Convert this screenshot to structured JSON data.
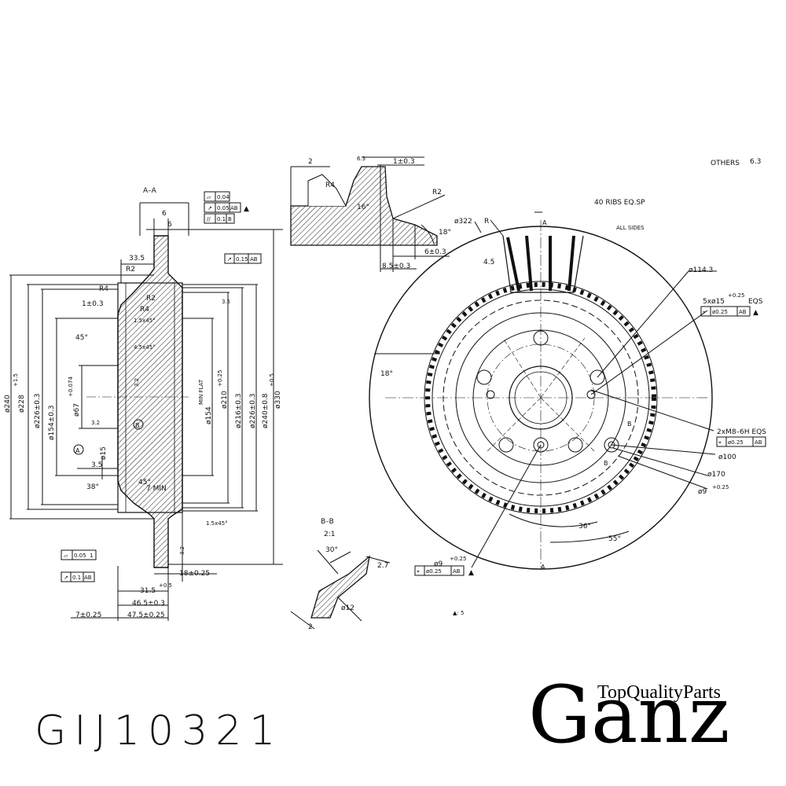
{
  "labels": {
    "section_aa": "A–A",
    "section_bb": "B–B",
    "scale_bb": "2:1",
    "others": "OTHERS",
    "others_val": "6.3",
    "ribs": "40 RIBS EQ.SP",
    "all_sides": "ALL SIDES",
    "min_flat": "MIN FLAT",
    "seven_min": "7 MIN",
    "note_roughness": "▲: 5"
  },
  "dims": {
    "d240": "ø240",
    "d228": "ø228",
    "d228_tol": "+1.5",
    "d226": "ø226±0.3",
    "d154": "ø154±0.3",
    "d67": "ø67",
    "d67_tol": "+0.074",
    "d15": "ø15",
    "d154b": "ø154",
    "d210": "ø210",
    "d210_tol": "+0.25",
    "d216": "ø216±0.3",
    "d226b": "ø226±0.3",
    "d240b": "ø240±0.8",
    "d330": "ø330",
    "d330_tol": "±0.5",
    "w6a": "6",
    "w6b": "6",
    "w335": "33.5",
    "r2a": "R2",
    "r4a": "R4",
    "r2b": "R2",
    "r4b": "R4",
    "t1": "1±0.3",
    "ch1": "1.5x45°",
    "ch2": "4.5x45°",
    "ch3": "1.5x45°",
    "a45": "45°",
    "a45b": "45°",
    "a38": "38°",
    "d35": "3.5",
    "s32a": "3.2",
    "s32b": "3.2",
    "s32c": "3.2",
    "s35": "3.5",
    "t18": "18±0.25",
    "t315": "31.5",
    "t315_tol": "+0.5",
    "t465": "46.5±0.3",
    "t475": "47.5±0.25",
    "t7": "7±0.25",
    "top2": "2",
    "top1": "1±0.3",
    "top_r4": "R4",
    "top_r2": "R2",
    "top16": "16°",
    "top18": "18°",
    "top6": "6±0.3",
    "top85": "8.5±0.3",
    "top63": "6.3",
    "fv322": "ø322",
    "fv_r": "R",
    "fv45": "4.5",
    "fv1143": "ø114.3",
    "fv15": "5xø15",
    "fv15_tol": "+0.25",
    "fv_eqs": "EQS",
    "fv18": "18°",
    "fv_m8": "2xM8–6H EQS",
    "fv100": "ø100",
    "fv170": "ø170",
    "fv9": "ø9",
    "fv9_tol": "+0.25",
    "fv36": "36°",
    "fv55": "55°",
    "fv9b": "ø9",
    "fv9b_tol": "+0.25",
    "bb30": "30°",
    "bb27": "2.7",
    "bb12": "ø12",
    "bb2": "2"
  },
  "tolerances": {
    "flat": "0.04",
    "runout": "0.05",
    "runout_ref": "AB",
    "parallel": "0.1",
    "parallel_ref": "B",
    "face_runout": "0.15",
    "face_ref": "AB",
    "flat2": "0.05",
    "flat2_ref": "1",
    "runout2": "0.1",
    "runout2_ref": "AB",
    "pos1": "ø0.25",
    "pos1_ref": "AB",
    "pos2": "ø0.25",
    "pos2_ref": "AB",
    "pos3": "ø0.25",
    "pos3_ref": "AB"
  },
  "markers": {
    "A": "A",
    "B": "B",
    "sec_a": "A",
    "sec_b": "B"
  },
  "part_number": "GIJ10321",
  "brand": {
    "name": "Ganz",
    "tagline": "TopQualityParts"
  }
}
